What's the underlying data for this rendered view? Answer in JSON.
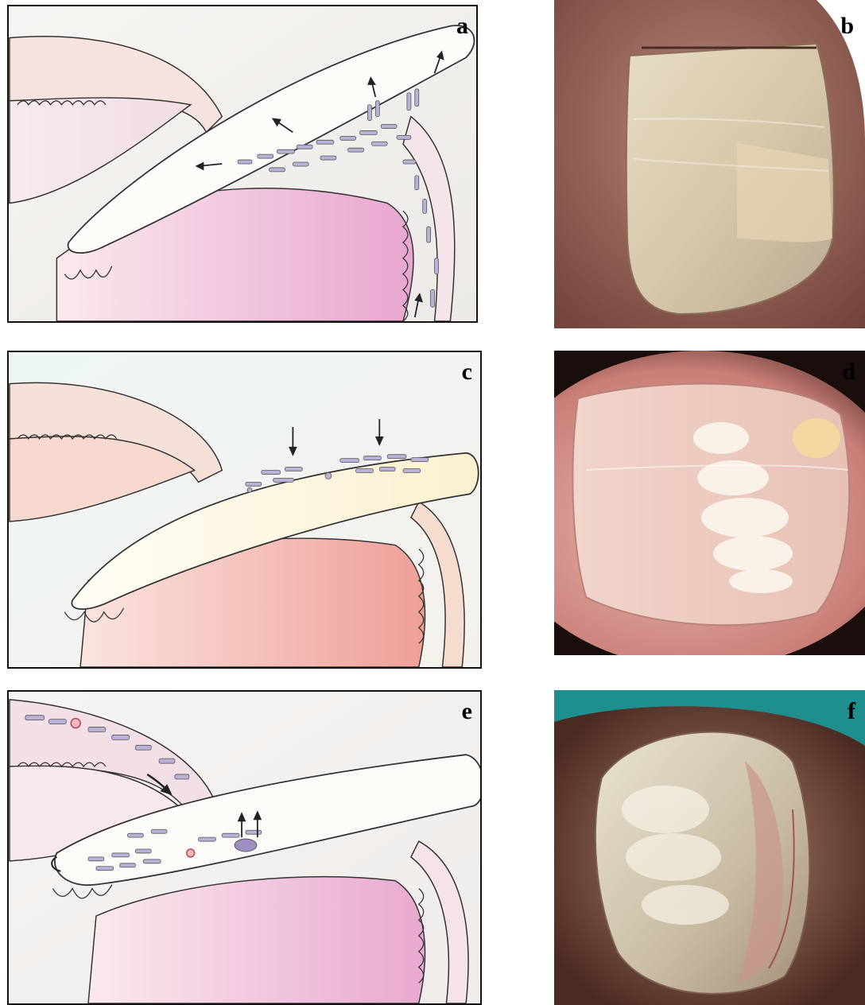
{
  "panels": {
    "a": {
      "label": "a"
    },
    "b": {
      "label": "b"
    },
    "c": {
      "label": "c"
    },
    "d": {
      "label": "d"
    },
    "e": {
      "label": "e"
    },
    "f": {
      "label": "f"
    }
  },
  "colors": {
    "outline": "#2a2a2a",
    "nail_plate_white": "#fdfbf8",
    "skin_pink": "#f5d8d8",
    "bed_magenta": "#e8a9cf",
    "bed_red": "#ef9f98",
    "cell_lilac": "#b9b2d6",
    "photo_skin_dark": "#8a5a52",
    "photo_nail": "#d9cbb4",
    "photo_bg_teal": "#1f8e8e"
  },
  "icons": [
    "arrow-icon",
    "cell-icon"
  ]
}
